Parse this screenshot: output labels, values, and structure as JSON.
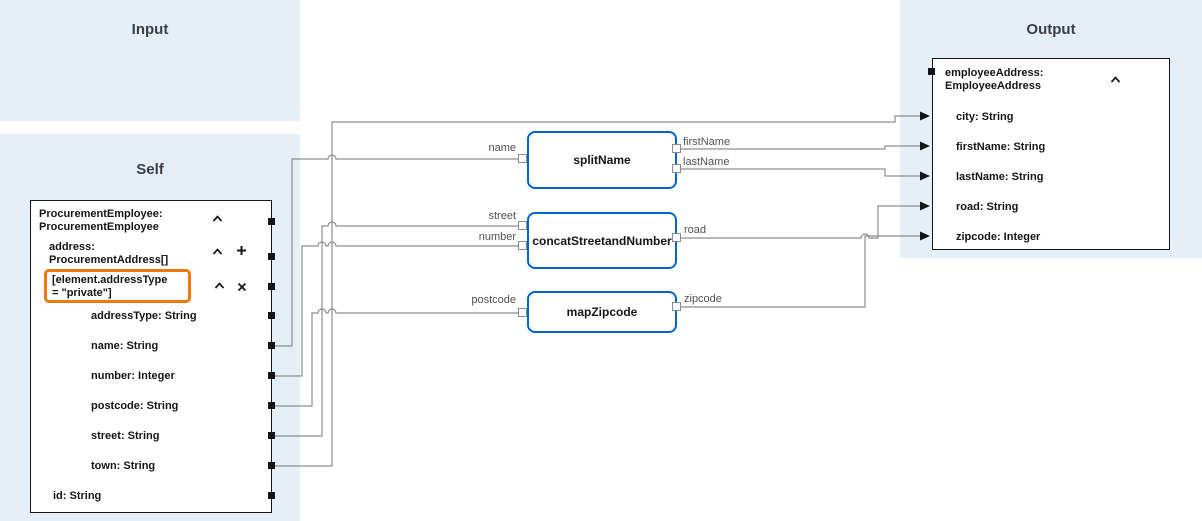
{
  "panels": {
    "input_title": "Input",
    "self_title": "Self",
    "output_title": "Output"
  },
  "self_tree": {
    "nodes": [
      {
        "label": "ProcurementEmployee: ProcurementEmployee"
      },
      {
        "label": "address: ProcurementAddress[]"
      },
      {
        "label": "[element.addressType = \"private\"]",
        "highlighted": true
      },
      {
        "label": "addressType: String"
      },
      {
        "label": "name: String"
      },
      {
        "label": "number: Integer"
      },
      {
        "label": "postcode: String"
      },
      {
        "label": "street: String"
      },
      {
        "label": "town: String"
      },
      {
        "label": "id: String"
      }
    ]
  },
  "output_tree": {
    "root_label": "employeeAddress: EmployeeAddress",
    "fields": [
      {
        "label": "city: String"
      },
      {
        "label": "firstName: String"
      },
      {
        "label": "lastName: String"
      },
      {
        "label": "road: String"
      },
      {
        "label": "zipcode: Integer"
      }
    ]
  },
  "transforms": [
    {
      "name": "splitName",
      "inputs": [
        "name"
      ],
      "outputs": [
        "firstName",
        "lastName"
      ]
    },
    {
      "name": "concatStreetandNumber",
      "inputs": [
        "street",
        "number"
      ],
      "outputs": [
        "road"
      ]
    },
    {
      "name": "mapZipcode",
      "inputs": [
        "postcode"
      ],
      "outputs": [
        "zipcode"
      ]
    }
  ],
  "mappings": [
    {
      "from": "town: String",
      "to": "city: String"
    },
    {
      "from": "name: String",
      "via": "splitName",
      "to": "firstName: String, lastName: String"
    },
    {
      "from": "street: String, number: Integer",
      "via": "concatStreetandNumber",
      "to": "road: String"
    },
    {
      "from": "postcode: String",
      "via": "mapZipcode",
      "to": "zipcode: Integer"
    }
  ],
  "icons": {
    "collapse": "chevron-up",
    "add": "plus",
    "remove": "x"
  },
  "colors": {
    "panel_bg": "#e4eff7",
    "transform_border": "#0066cc",
    "wire": "#8a8d90",
    "highlight": "#ec7a08",
    "text": "#151515"
  }
}
